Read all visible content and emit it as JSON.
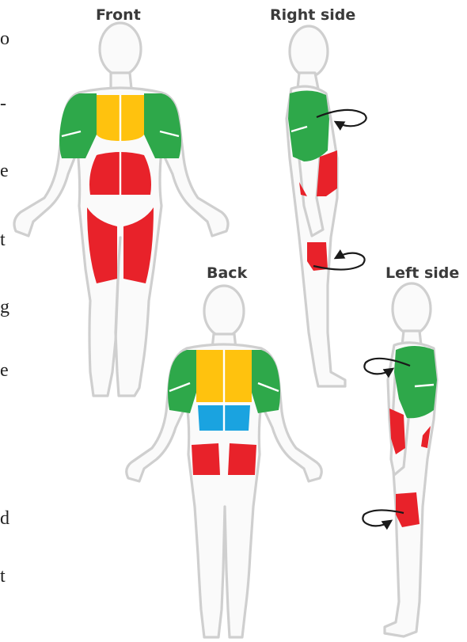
{
  "labels": {
    "front": "Front",
    "right_side": "Right side",
    "back": "Back",
    "left_side": "Left side"
  },
  "edge_text": [
    "o",
    "-",
    "e",
    "t",
    "g",
    "e",
    "d",
    "t"
  ],
  "colors": {
    "green": "#2ea84a",
    "yellow": "#ffc20e",
    "red": "#e8222a",
    "blue": "#1aa3e0",
    "body": "#fafafa",
    "outline": "#cfcfcf"
  }
}
